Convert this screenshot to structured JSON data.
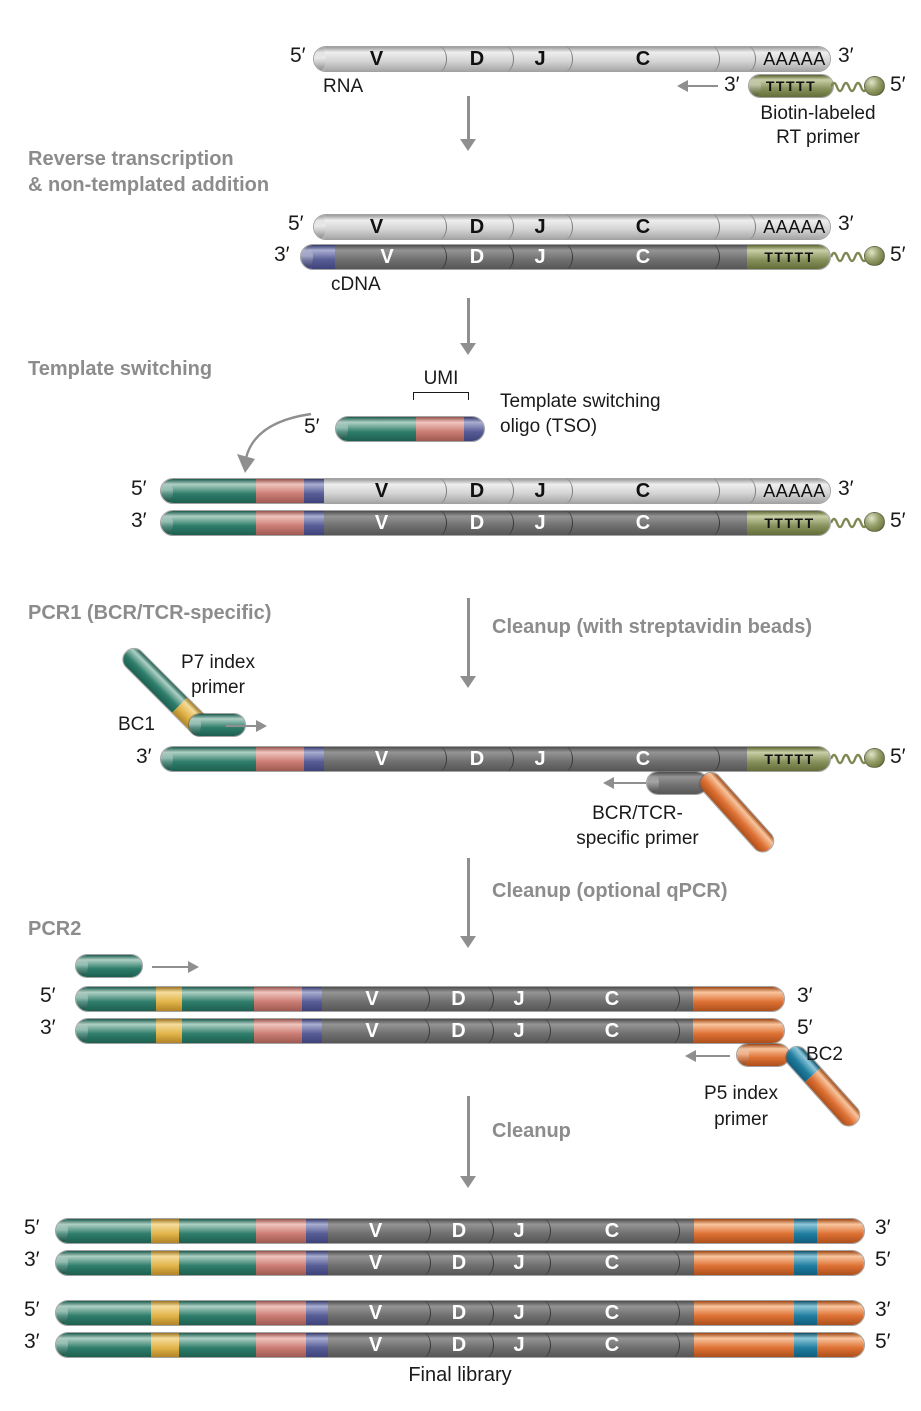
{
  "seq": {
    "five": "5′",
    "three": "3′"
  },
  "segments": {
    "v": "V",
    "d": "D",
    "j": "J",
    "c": "C",
    "poly_a": "AAAAA",
    "poly_t": "TTTTT"
  },
  "labels": {
    "rna": "RNA",
    "cdna": "cDNA",
    "biotin_line1": "Biotin-labeled",
    "biotin_line2": "RT primer",
    "umi": "UMI",
    "tso_line1": "Template switching",
    "tso_line2": "oligo (TSO)",
    "p7_line1": "P7 index",
    "p7_line2": "primer",
    "bc1": "BC1",
    "bcr_line1": "BCR/TCR-",
    "bcr_line2": "specific primer",
    "bc2": "BC2",
    "p5_line1": "P5 index",
    "p5_line2": "primer",
    "final_library": "Final library"
  },
  "steps": {
    "rt_line1": "Reverse transcription",
    "rt_line2": "& non-templated addition",
    "template_switching": "Template switching",
    "pcr1": "PCR1 (BCR/TCR-specific)",
    "cleanup_streptavidin": "Cleanup (with streptavidin beads)",
    "cleanup_qpcr": "Cleanup (optional qPCR)",
    "pcr2": "PCR2",
    "cleanup": "Cleanup"
  },
  "colors": {
    "rna_strand": "#D2D2D2",
    "cdna_strand": "#6F6F6F",
    "tso_adapter": "#2E7D6A",
    "umi_segment": "#CA7C73",
    "nontemplated_tip": "#575C95",
    "polyt_primer": "#87915C",
    "index_bc1": "#E2B44A",
    "bcr_primer": "#DE7134",
    "index_bc2": "#1F7D9E",
    "step_text": "#8C8C8C",
    "arrow": "#8F8F8F"
  }
}
